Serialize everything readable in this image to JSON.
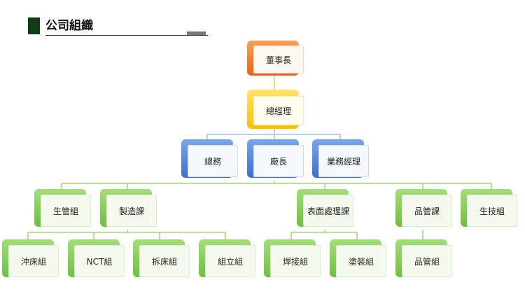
{
  "header": {
    "title": "公司組織"
  },
  "org_chart": {
    "chairman": "董事長",
    "general_manager": "總經理",
    "departments": [
      "總務",
      "廠長",
      "業務經理"
    ],
    "sections": [
      "生管組",
      "製造課",
      "表面處理課",
      "品管課",
      "生技組"
    ],
    "teams": [
      "沖床組",
      "NCT組",
      "拆床組",
      "組立組",
      "焊接組",
      "塗裝組",
      "品管組"
    ]
  },
  "colors": {
    "level1": "#e8711f",
    "level2": "#f2c20c",
    "level3": "#3c6fcf",
    "level4": "#6fbf3f",
    "connector_top": "#f2c20c",
    "connector_mid": "#8fb4e6",
    "connector_low": "#8fd05a",
    "header_bar": "#0f3d16"
  }
}
